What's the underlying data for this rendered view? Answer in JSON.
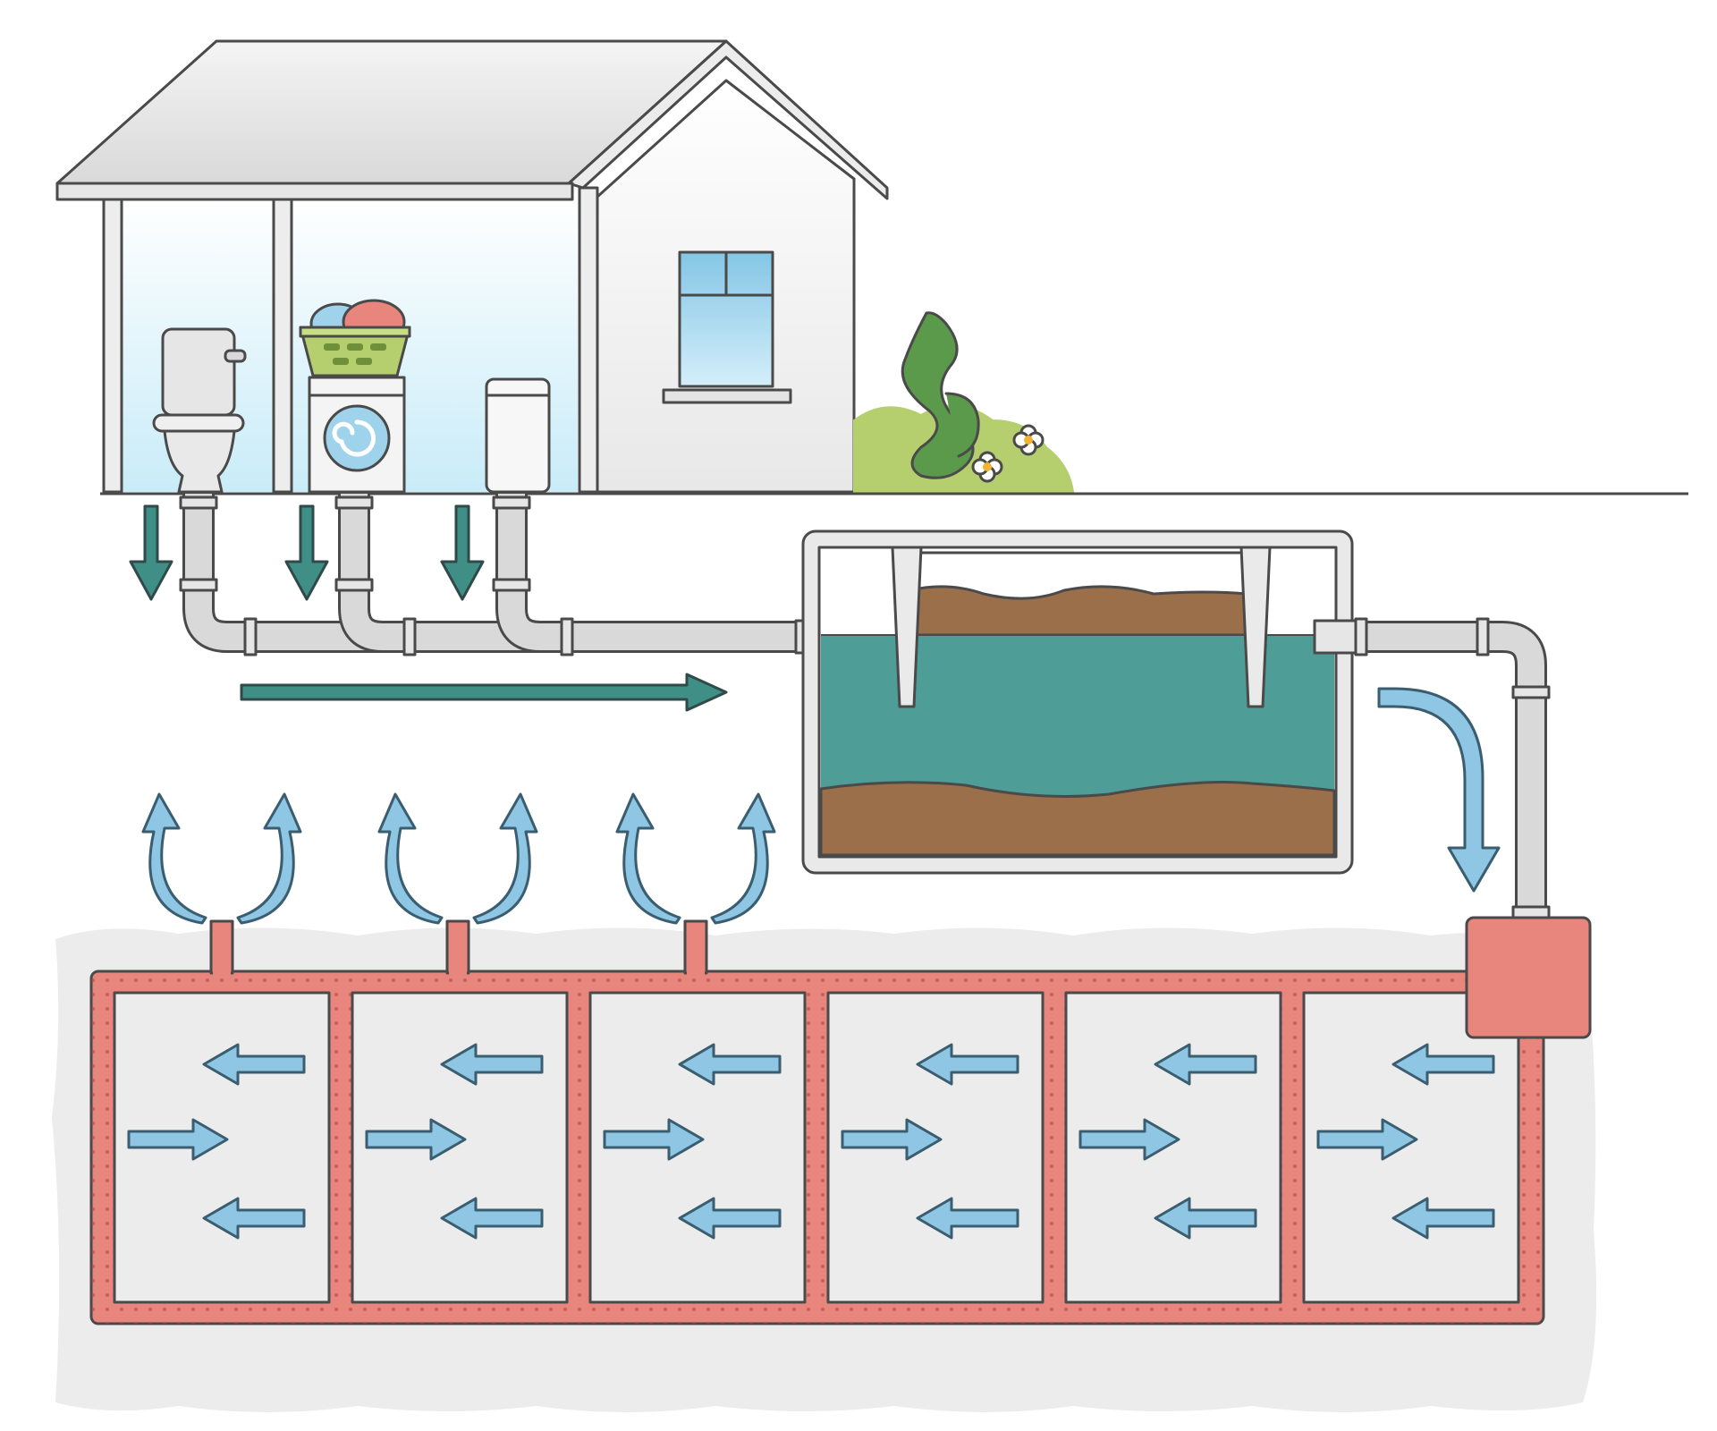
{
  "colors": {
    "outline": "#4a4a4a",
    "ground": "#4a4a4a",
    "house_wall": "#ffffff",
    "roof": "#e6e6e6",
    "window_glass": "#9fd3ec",
    "interior_water_tint": "#cfeef9",
    "pipe": "#d7d7d7",
    "inflow_arrow": "#3f8f86",
    "tank_shell": "#e9e9e9",
    "tank_water": "#4e9e97",
    "sludge": "#9b6f4a",
    "outflow_arrow": "#8ec6e3",
    "drainfield_soil": "#ececec",
    "distribution_pipe": "#e8857d",
    "lateral_arrow": "#8ec6e3",
    "bush": "#b5cf6e",
    "seaweed": "#5a9a4a"
  },
  "icons": [
    "house-icon",
    "toilet-icon",
    "laundry-basket-icon",
    "washing-machine-icon",
    "water-heater-icon",
    "window-icon",
    "bush-icon",
    "flower-icon",
    "drain-arrow-icon",
    "flow-right-arrow-icon",
    "septic-tank-icon",
    "outflow-arrow-icon",
    "distribution-box-icon",
    "vent-arrow-icon",
    "lateral-arrow-icon"
  ],
  "drainfield": {
    "cells": 6,
    "arrows_per_cell": 3,
    "vents": 3
  }
}
